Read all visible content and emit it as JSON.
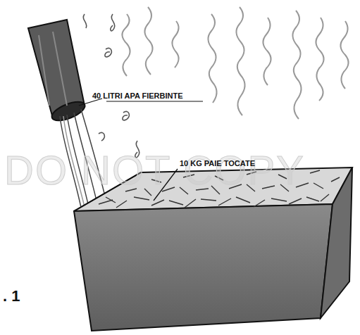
{
  "diagram": {
    "labels": [
      "40 LITRI APA FIERBINTE",
      "10 KG PAIE TOCATE",
      ". 1",
      "DO NOT COPY"
    ]
  }
}
